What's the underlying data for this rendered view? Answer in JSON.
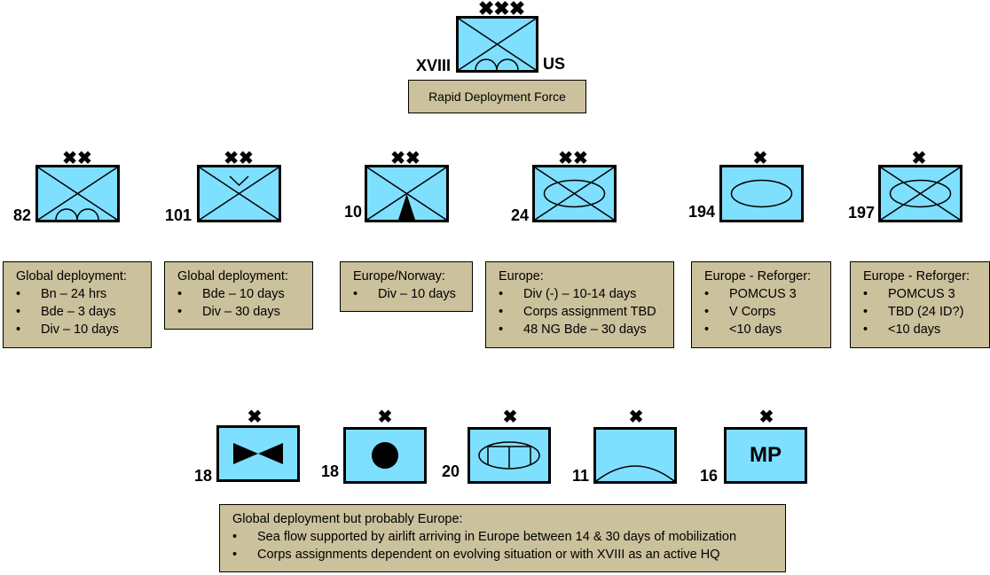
{
  "top": {
    "echelon": "XXX",
    "left_label": "XVIII",
    "right_label": "US",
    "caption": "Rapid Deployment Force"
  },
  "row1": [
    {
      "echelon": "XX",
      "number": "82",
      "box_title": "Global deployment:",
      "items": [
        "Bn – 24 hrs",
        "Bde – 3 days",
        "Div – 10 days"
      ]
    },
    {
      "echelon": "XX",
      "number": "101",
      "box_title": "Global deployment:",
      "items": [
        "Bde – 10 days",
        "Div – 30 days"
      ]
    },
    {
      "echelon": "XX",
      "number": "10",
      "box_title": "Europe/Norway:",
      "items": [
        "Div – 10 days"
      ]
    },
    {
      "echelon": "XX",
      "number": "24",
      "box_title": "Europe:",
      "items": [
        "Div (-) – 10-14 days",
        "Corps assignment TBD",
        "48 NG Bde – 30 days"
      ]
    },
    {
      "echelon": "X",
      "number": "194",
      "box_title": "Europe - Reforger:",
      "items": [
        "POMCUS 3",
        "V Corps",
        "<10 days"
      ]
    },
    {
      "echelon": "X",
      "number": "197",
      "box_title": "Europe - Reforger:",
      "items": [
        "POMCUS 3",
        "TBD (24 ID?)",
        "<10 days"
      ]
    }
  ],
  "row2": [
    {
      "echelon": "X",
      "number": "18"
    },
    {
      "echelon": "X",
      "number": "18"
    },
    {
      "echelon": "X",
      "number": "20"
    },
    {
      "echelon": "X",
      "number": "11"
    },
    {
      "echelon": "X",
      "number": "16",
      "symbol_text": "MP"
    }
  ],
  "bottom_box": {
    "title": "Global deployment but  probably Europe:",
    "items": [
      "Sea flow supported by airlift arriving in Europe between 14 & 30 days of mobilization",
      "Corps assignments dependent on evolving situation or with XVIII as an active HQ"
    ]
  },
  "colors": {
    "unit_fill": "#7fdfff",
    "box_fill": "#cbc19c"
  }
}
